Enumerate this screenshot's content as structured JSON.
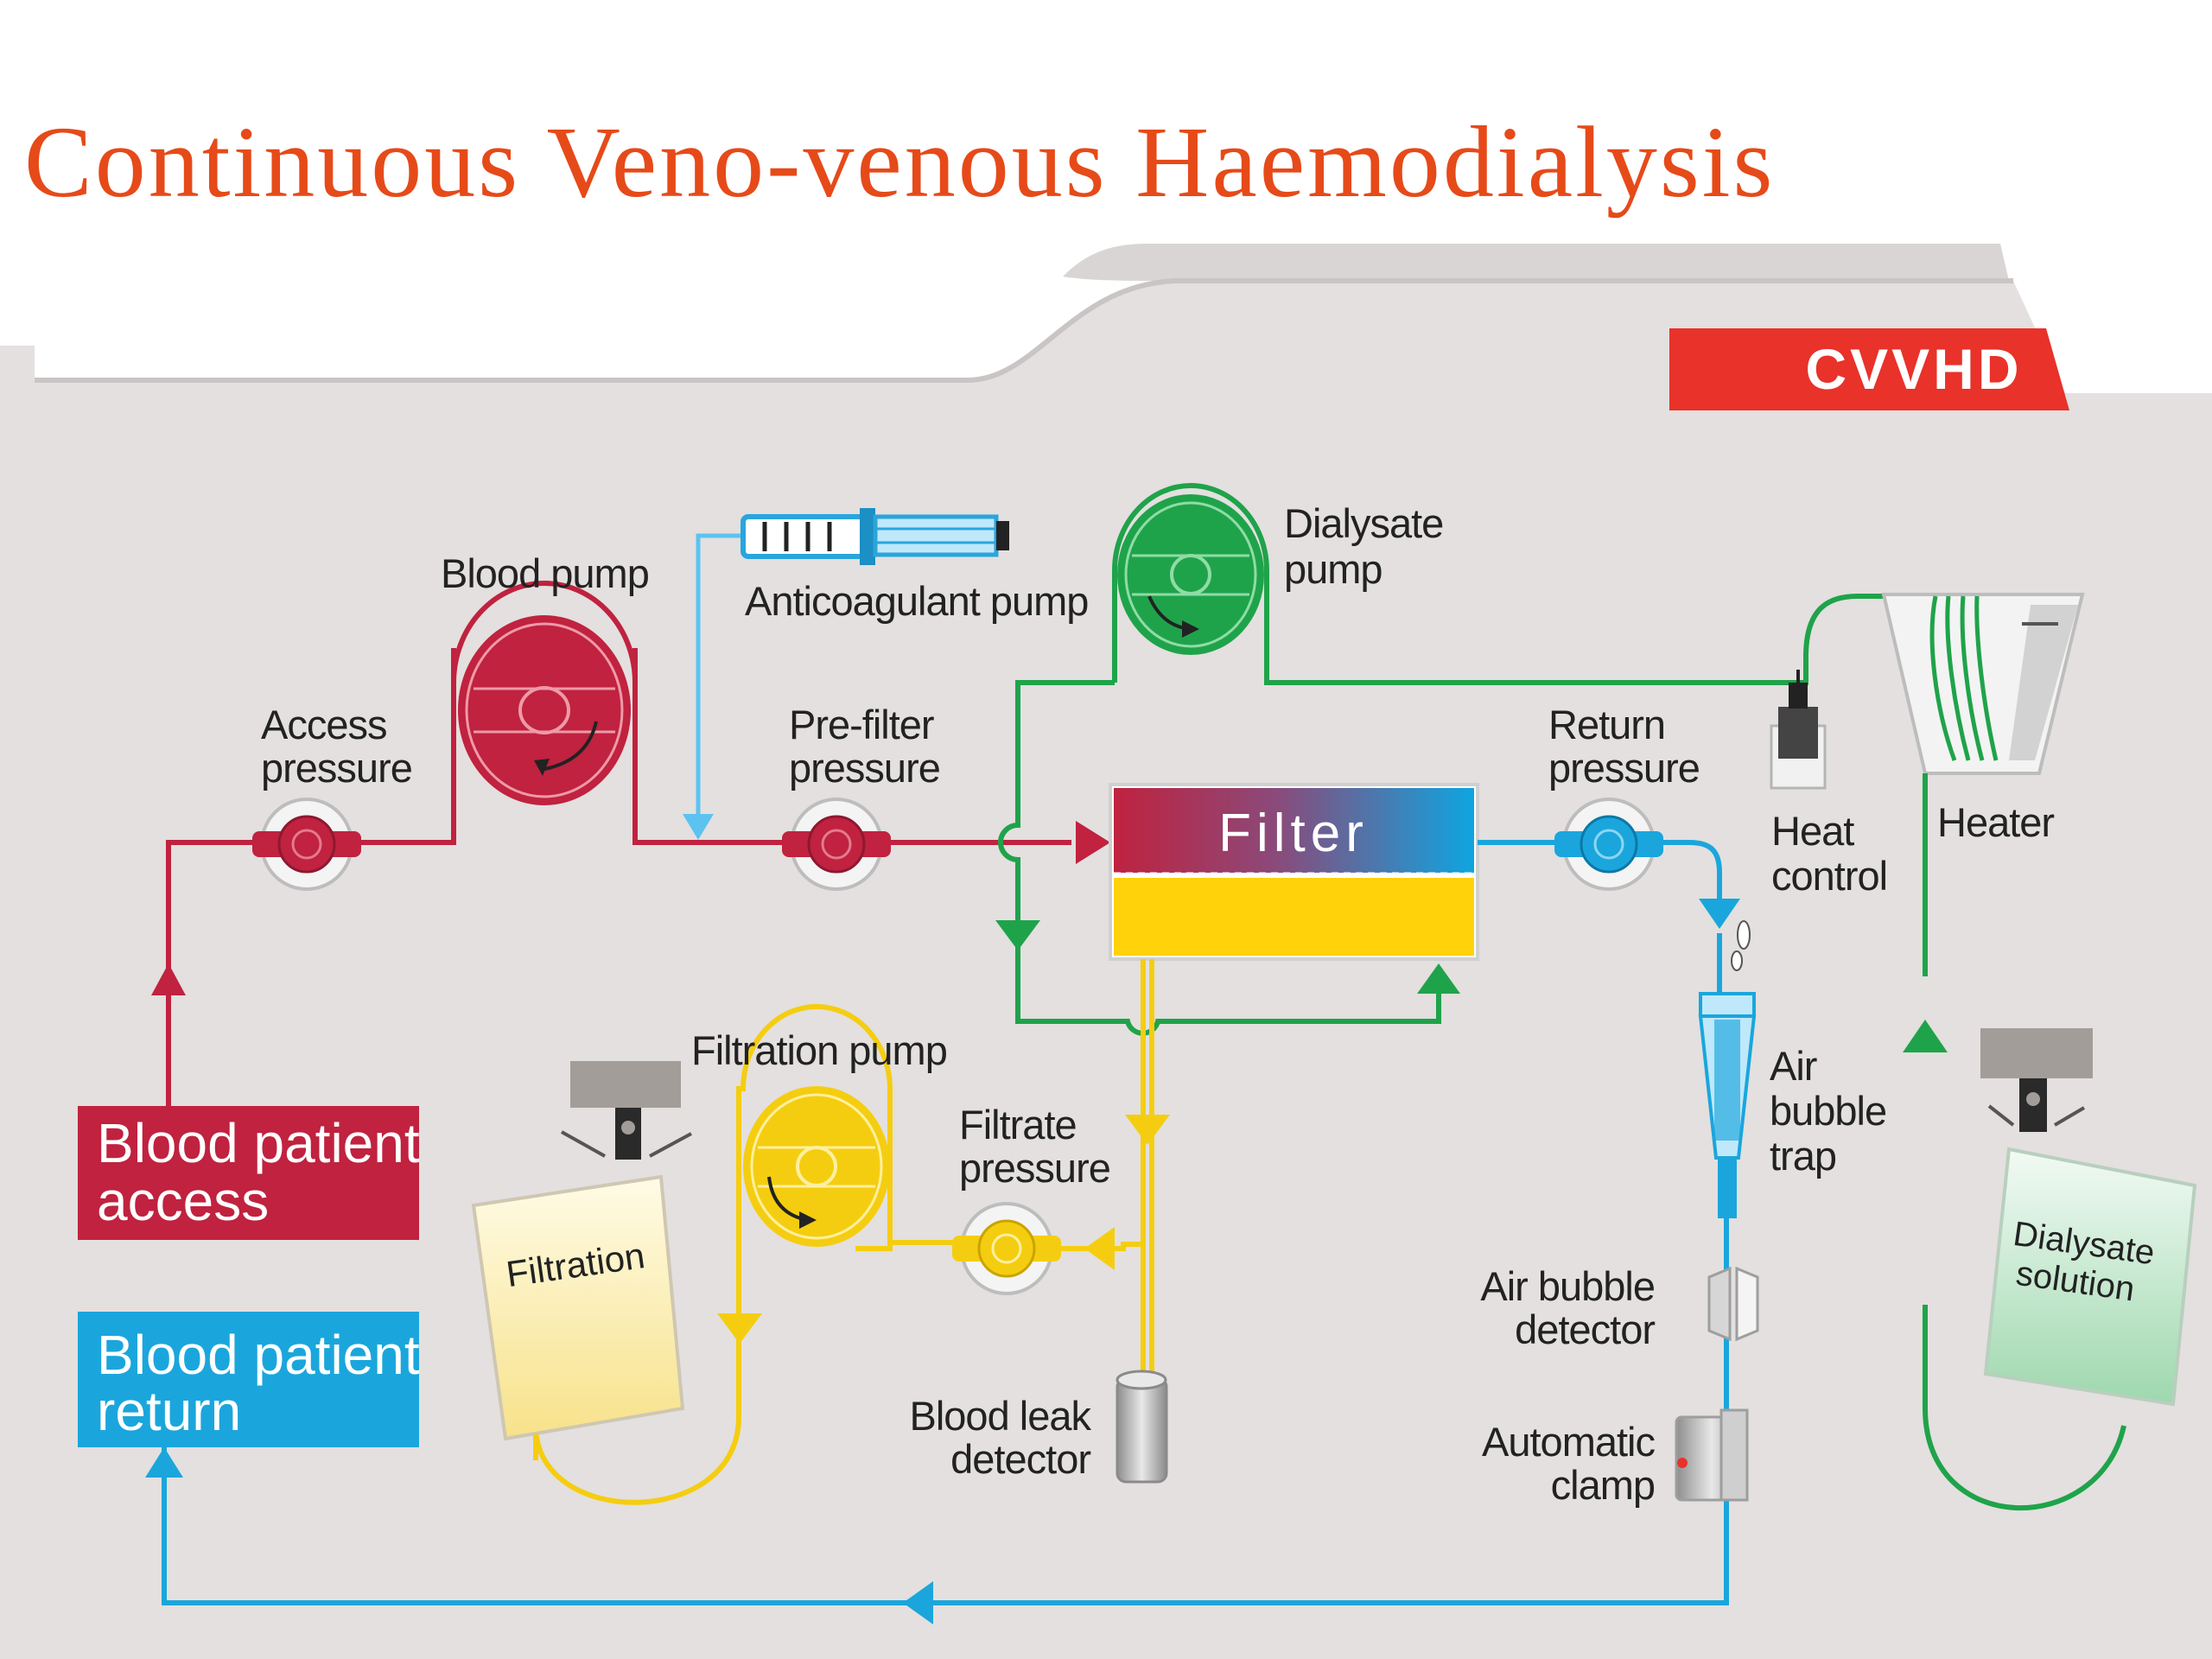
{
  "title": "Continuous Veno-venous Haemodialysis",
  "badge": "CVVHD",
  "labels": {
    "blood_pump": "Blood pump",
    "anticoagulant_pump": "Anticoagulant pump",
    "dialysate_pump_1": "Dialysate",
    "dialysate_pump_2": "pump",
    "access_pressure_1": "Access",
    "access_pressure_2": "pressure",
    "prefilter_pressure_1": "Pre-filter",
    "prefilter_pressure_2": "pressure",
    "filter": "Filter",
    "return_pressure_1": "Return",
    "return_pressure_2": "pressure",
    "heat_control_1": "Heat",
    "heat_control_2": "control",
    "heater": "Heater",
    "filtration_pump": "Filtration pump",
    "filtrate_pressure_1": "Filtrate",
    "filtrate_pressure_2": "pressure",
    "filtration_bag": "Filtration",
    "blood_leak_1": "Blood leak",
    "blood_leak_2": "detector",
    "air_trap_1": "Air",
    "air_trap_2": "bubble",
    "air_trap_3": "trap",
    "air_detector_1": "Air bubble",
    "air_detector_2": "detector",
    "clamp_1": "Automatic",
    "clamp_2": "clamp",
    "dialysate_bag_1": "Dialysate",
    "dialysate_bag_2": "solution",
    "access_box_1": "Blood patient",
    "access_box_2": "access",
    "return_box_1": "Blood patient",
    "return_box_2": "return"
  },
  "colors": {
    "title": "#e64a19",
    "blood": "#c0223f",
    "return": "#1aa6dc",
    "dialysate": "#1fa34a",
    "filtrate": "#f5cd10",
    "anticoagulant": "#5cc3f0",
    "badge": "#e8322a",
    "background": "#e3e0df"
  }
}
